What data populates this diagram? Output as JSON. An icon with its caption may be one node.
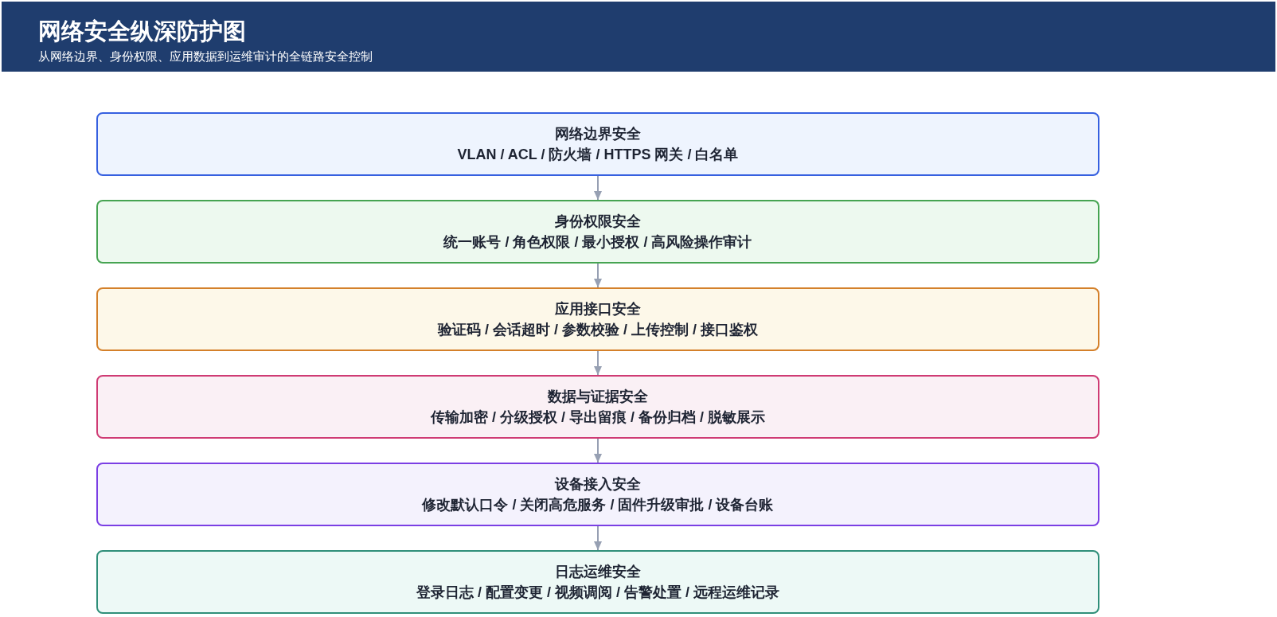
{
  "diagram": {
    "title": "网络安全纵深防护图",
    "nodes": [
      {
        "text": [
          "网络边界安全",
          "VLAN / ACL / 防火墙 / HTTPS 网关 / 白名单"
        ]
      },
      {
        "text": [
          "身份权限安全",
          "统一账号 / 角色权限 / 最小授权 / 高风险操作审计"
        ]
      },
      {
        "text": [
          "应用接口安全",
          "验证码 / 会话超时 / 参数校验 / 上传控制 / 接口鉴权"
        ]
      },
      {
        "text": [
          "数据与证据安全",
          "传输加密 / 分级授权 / 导出留痕 / 备份归档 / 脱敏展示"
        ]
      },
      {
        "text": [
          "设备接入安全",
          "修改默认口令 / 关闭高危服务 / 固件升级审批 / 设备台账"
        ]
      },
      {
        "text": [
          "日志运维安全",
          "登录日志 / 配置变更 / 视频调阅 / 告警处置 / 远程运维记录"
        ]
      }
    ],
    "edges": [
      {
        "from": 0,
        "to": 1,
        "arrow": "to"
      },
      {
        "from": 1,
        "to": 2,
        "arrow": "to"
      },
      {
        "from": 2,
        "to": 3,
        "arrow": "to"
      },
      {
        "from": 3,
        "to": 4,
        "arrow": "to"
      },
      {
        "from": 4,
        "to": 5,
        "arrow": "to"
      }
    ],
    "labels": [
      "从网络边界、身份权限、应用数据到运维审计的全链路安全控制"
    ]
  }
}
